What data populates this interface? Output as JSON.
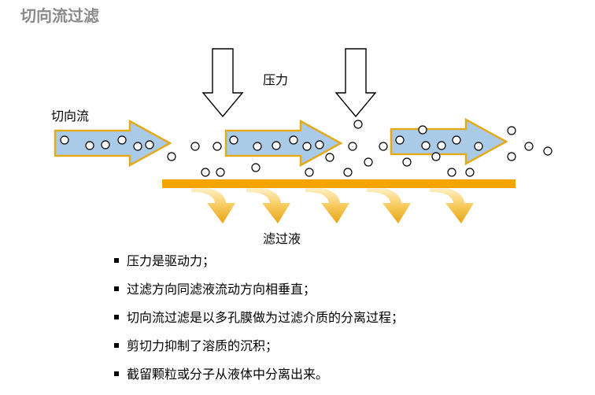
{
  "title": "切向流过滤",
  "labels": {
    "pressure": "压力",
    "tangential_flow": "切向流",
    "filtrate": "滤过液"
  },
  "bullets": [
    "压力是驱动力；",
    "过滤方向同滤液流动方向相垂直；",
    "切向流过滤是以多孔膜做为过滤介质的分离过程；",
    "剪切力抑制了溶质的沉积；",
    "截留颗粒或分子从液体中分离出来。"
  ],
  "colors": {
    "flow_arrow_fill": "#a9cbe8",
    "membrane": "#f5a400",
    "filtrate_arrow": "#f4c430",
    "title": "#8a8a8a"
  }
}
